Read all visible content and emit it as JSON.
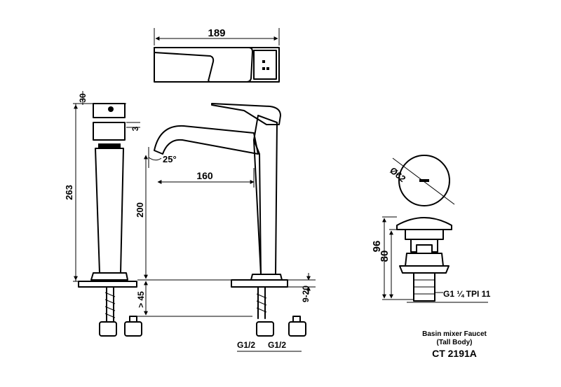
{
  "dimensions": {
    "width_top": "189",
    "handle_height": "30",
    "handle_gap": "3",
    "total_height": "263",
    "spout_angle": "25°",
    "spout_reach": "160",
    "spout_height": "200",
    "deck_min": "> 45",
    "deck_range": "9-20",
    "drain_diameter": "Ø62",
    "drain_total": "96",
    "drain_body": "80",
    "drain_thread": "G1 ¼ TPI 11",
    "hose_thread_1": "G1/2",
    "hose_thread_2": "G1/2"
  },
  "caption": {
    "line1": "Basin mixer Faucet",
    "line2": "(Tall Body)",
    "model": "CT 2191A"
  }
}
